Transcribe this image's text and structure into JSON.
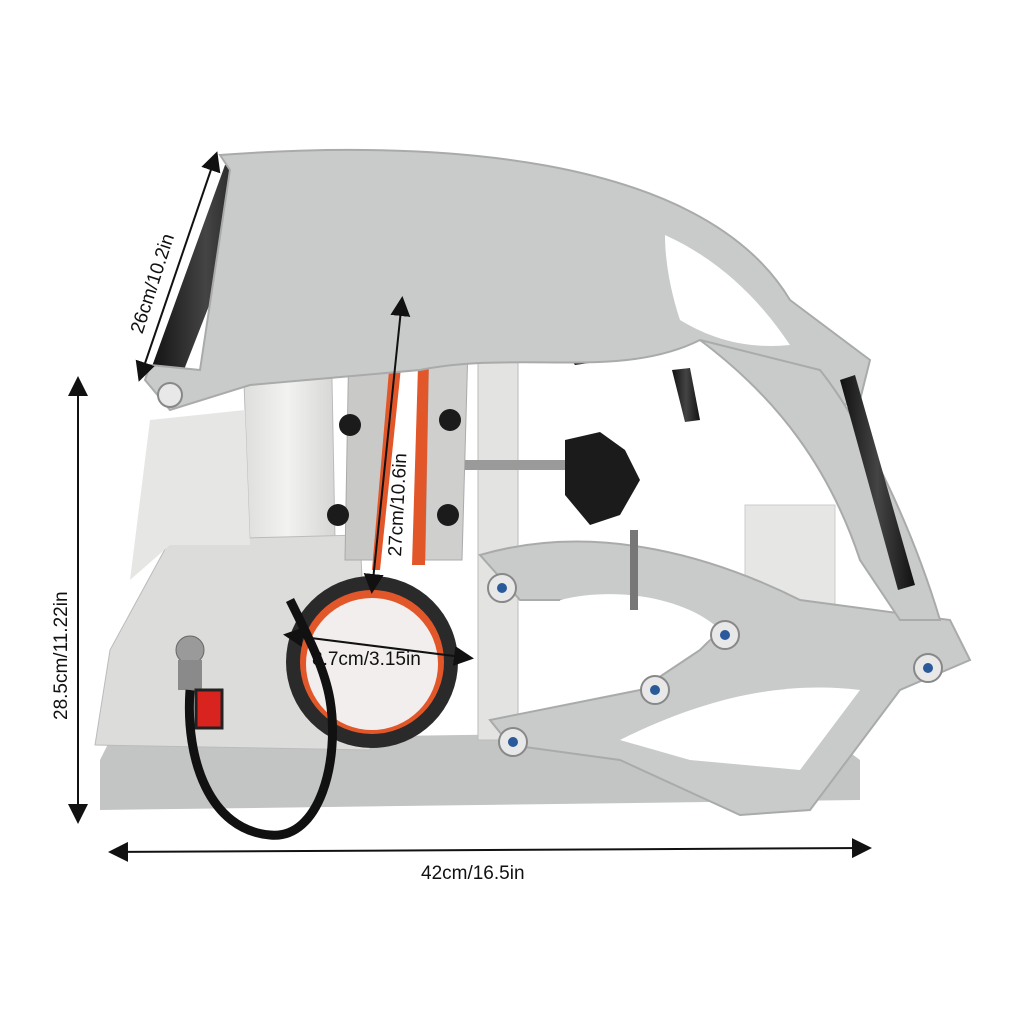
{
  "dimensions": {
    "length": "42cm/16.5in",
    "height": "28.5cm/11.22in",
    "handle_width": "26cm/10.2in",
    "heater_length": "27cm/10.6in",
    "diameter": "8.7cm/3.15in"
  },
  "colors": {
    "frame": "#c9cbca",
    "frame_shadow": "#a9abaa",
    "housing": "#e9e9e7",
    "heater_orange": "#e2572a",
    "foam_black": "#2a2a2a",
    "switch_red": "#d8231f",
    "knob_black": "#1b1b1b"
  }
}
